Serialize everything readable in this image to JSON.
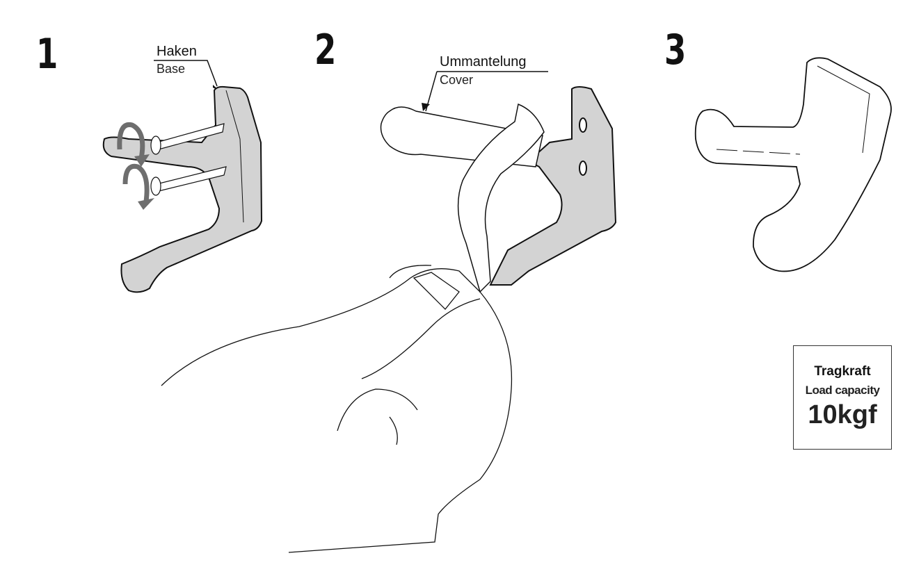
{
  "steps": [
    {
      "number": "1",
      "label_de": "Haken",
      "label_en": "Base"
    },
    {
      "number": "2",
      "label_de": "Ummantelung",
      "label_en": "Cover"
    },
    {
      "number": "3"
    }
  ],
  "load_box": {
    "title_de": "Tragkraft",
    "title_en": "Load capacity",
    "value": "10kgf"
  },
  "colors": {
    "base_fill": "#d3d3d3",
    "arrow": "#6e6e6e",
    "line": "#111111"
  }
}
